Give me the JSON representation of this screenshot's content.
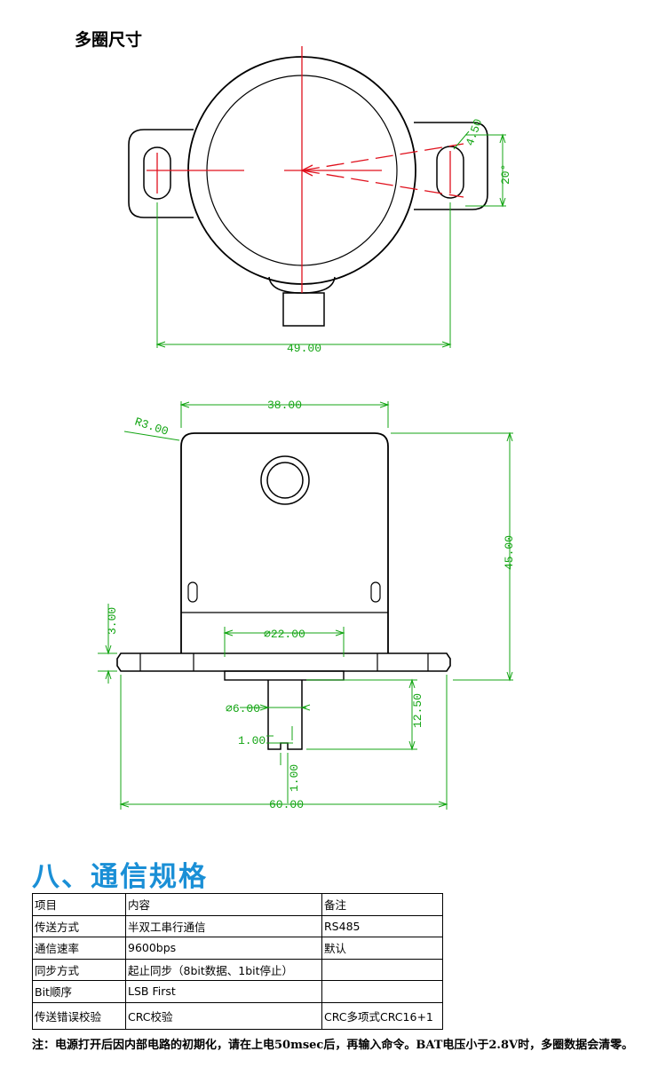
{
  "drawing": {
    "title": "多圈尺寸",
    "top_view": {
      "dim_angle_outer": "4.50",
      "dim_angle": "20°",
      "dim_width": "49.00"
    },
    "side_view": {
      "dim_top_width": "38.00",
      "dim_radius": "R3.00",
      "dim_height": "45.00",
      "dim_flange_thickness": "3.00",
      "dim_boss_diameter": "⌀22.00",
      "dim_shaft_diameter": "⌀6.00",
      "dim_shaft_length": "12.50",
      "dim_slot_depth": "1.00",
      "dim_slot_width": "1.00",
      "dim_flange_width": "60.00"
    }
  },
  "section": {
    "heading": "八、通信规格"
  },
  "spec_table": {
    "header": [
      "项目",
      "内容",
      "备注"
    ],
    "rows": [
      [
        "传送方式",
        "半双工串行通信",
        "RS485"
      ],
      [
        "通信速率",
        "9600bps",
        "默认"
      ],
      [
        "同步方式",
        "起止同步（8bit数据、1bit停止）",
        ""
      ],
      [
        "Bit顺序",
        "LSB First",
        ""
      ],
      [
        "传送错误校验",
        "CRC校验",
        "CRC多项式CRC16+1"
      ]
    ]
  },
  "footnote": "注：电源打开后因内部电路的初期化，请在上电50msec后，再输入命令。BAT电压小于2.8V时，多圈数据会清零。",
  "colors": {
    "outline": "#000000",
    "centerline": "#e0101c",
    "dimension": "#14a514",
    "heading": "#1a8fd6"
  }
}
